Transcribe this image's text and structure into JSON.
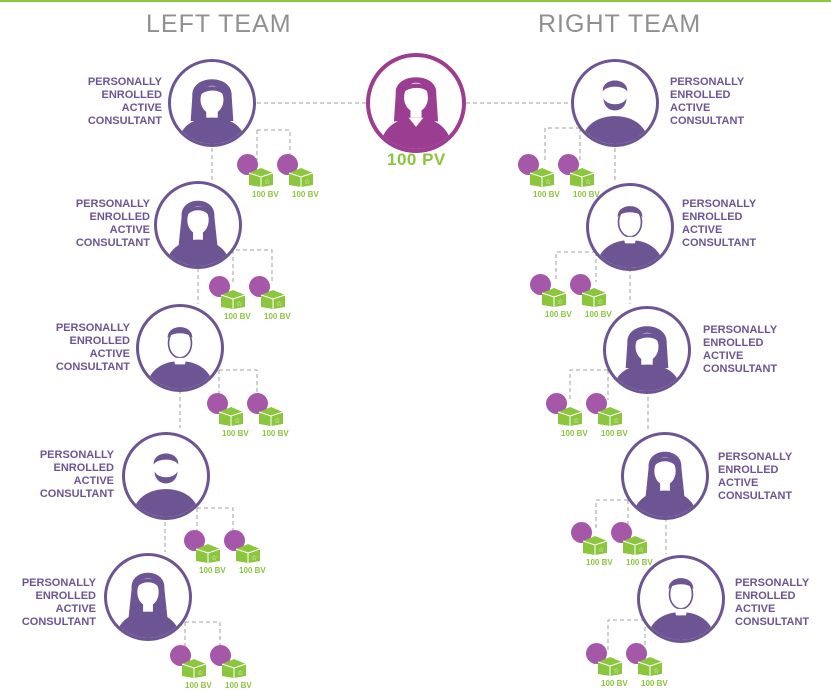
{
  "left_team": "LEFT TEAM",
  "right_team": "RIGHT TEAM",
  "center": {
    "pv": "100 PV"
  },
  "consultant_label": "PERSONALLY\nENROLLED\nACTIVE\nCONSULTANT",
  "bv_label": "100 BV",
  "colors": {
    "purple": "#6d5594",
    "magenta": "#9b3d91",
    "dot": "#a558a8",
    "green": "#8cc63f",
    "grey": "#909090"
  },
  "left_nodes": [
    {
      "avatar": "female-avatar-icon"
    },
    {
      "avatar": "female-avatar-icon"
    },
    {
      "avatar": "male-avatar-icon"
    },
    {
      "avatar": "bearded-male-avatar-icon"
    },
    {
      "avatar": "female-avatar-icon"
    }
  ],
  "right_nodes": [
    {
      "avatar": "bearded-male-avatar-icon"
    },
    {
      "avatar": "male-avatar-icon"
    },
    {
      "avatar": "female-avatar-icon"
    },
    {
      "avatar": "female-avatar-icon"
    },
    {
      "avatar": "male-avatar-icon"
    }
  ]
}
